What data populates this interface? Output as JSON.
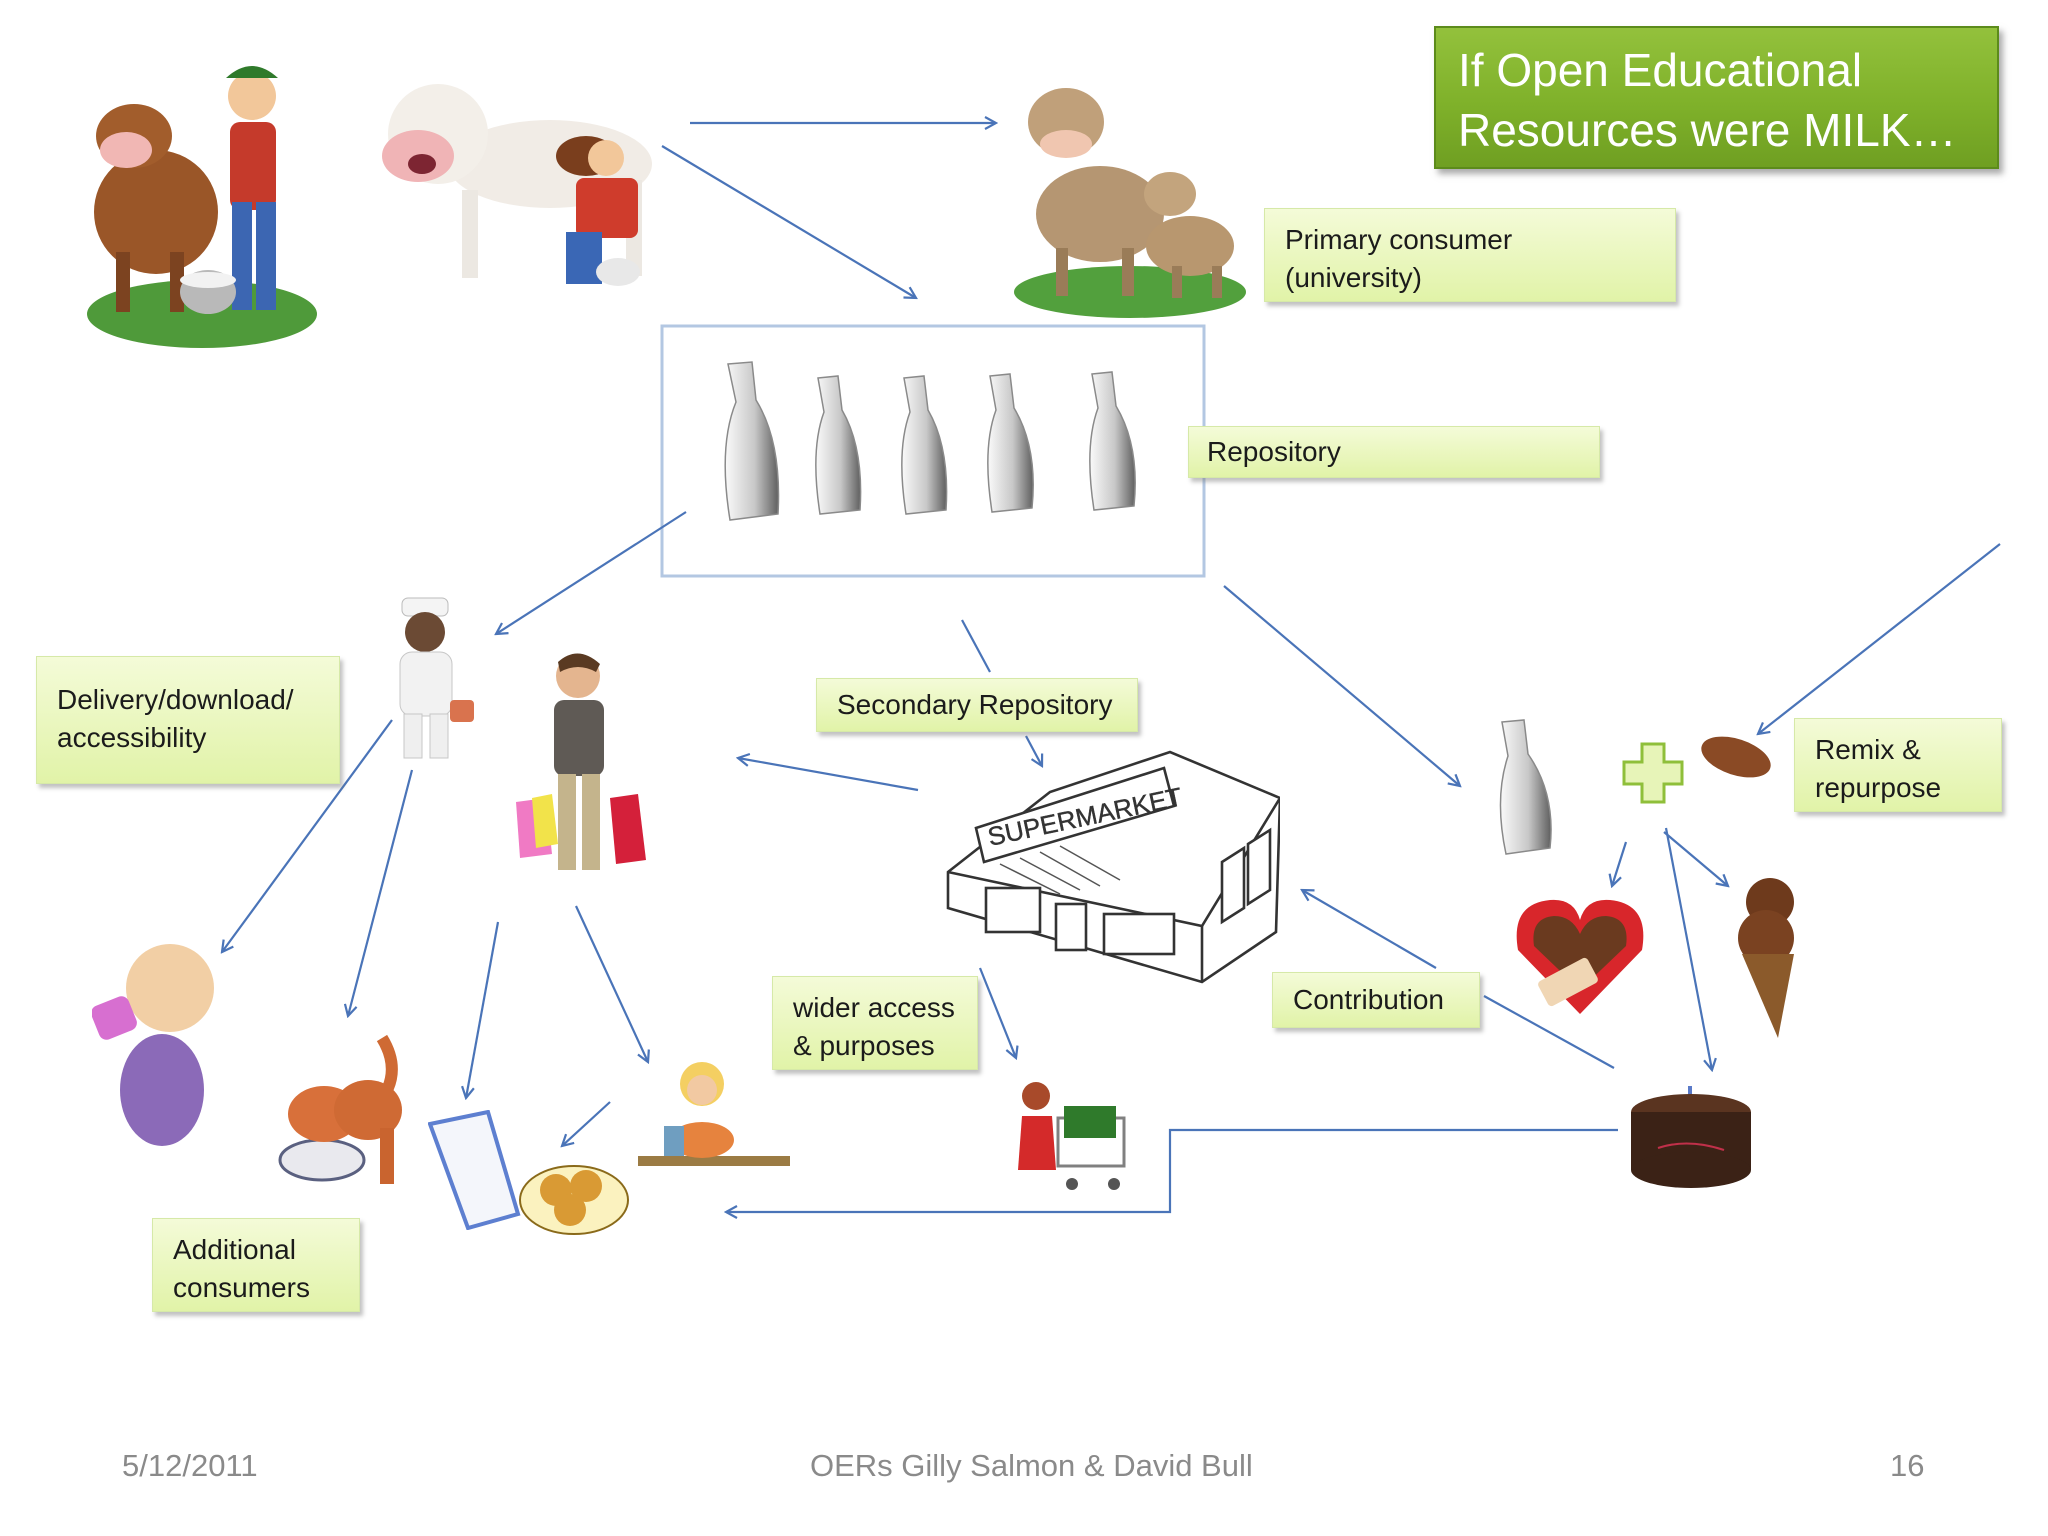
{
  "slide": {
    "title_line1": "If Open Educational",
    "title_line2": "Resources were MILK…",
    "accent_color": "#7fb12a",
    "label_fill": "#e6f5b5",
    "arrow_color": "#4a74b8",
    "labels": {
      "primary_consumer_line1": "Primary consumer",
      "primary_consumer_line2": "(university)",
      "repository": "Repository",
      "secondary_repository": "Secondary Repository",
      "delivery_line1": "Delivery/download/",
      "delivery_line2": "accessibility",
      "remix_line1": "Remix &",
      "remix_line2": "repurpose",
      "wider_access_line1": "wider access",
      "wider_access_line2": "& purposes",
      "contribution": "Contribution",
      "additional_line1": "Additional",
      "additional_line2": "consumers"
    },
    "store_sign": "SUPERMARKET",
    "footer": {
      "date": "5/12/2011",
      "credit": "OERs Gilly Salmon & David Bull",
      "page_number": "16"
    }
  }
}
